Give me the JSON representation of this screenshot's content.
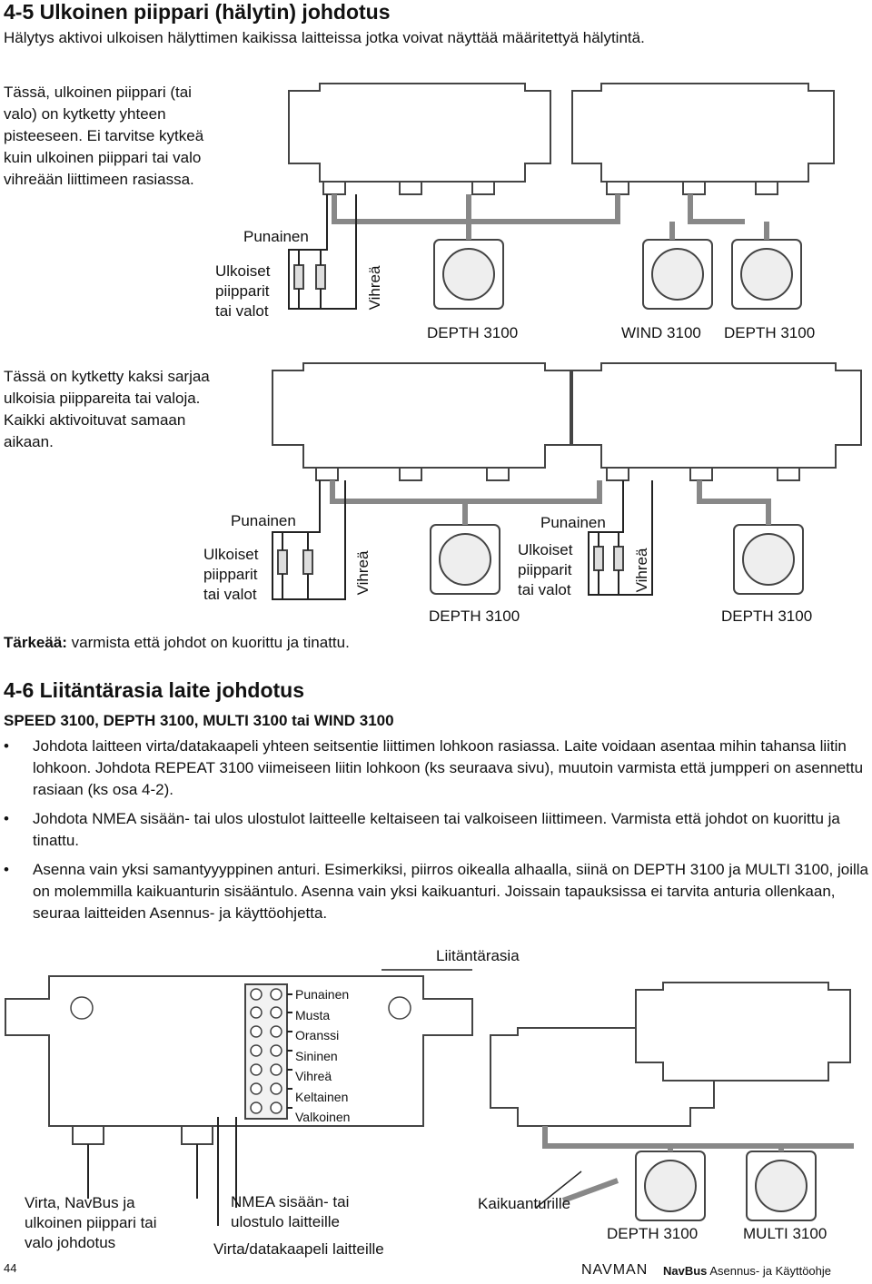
{
  "section45": {
    "title": "4-5 Ulkoinen piippari (hälytin) johdotus",
    "intro": "Hälytys aktivoi ulkoisen hälyttimen kaikissa laitteissa jotka voivat näyttää määritettyä hälytintä.",
    "note1_lines": [
      "Tässä, ulkoinen piippari (tai",
      "valo) on kytketty yhteen",
      "pisteeseen. Ei tarvitse kytkeä",
      "kuin ulkoinen piippari tai valo",
      "vihreään liittimeen rasiassa."
    ],
    "note2_lines": [
      "Tässä on kytketty kaksi sarjaa",
      "ulkoisia piippareita tai valoja.",
      "Kaikki aktivoituvat samaan",
      "aikaan."
    ],
    "important_label": "Tärkeää:",
    "important_text": " varmista että johdot on kuorittu ja tinattu."
  },
  "labels": {
    "red": "Punainen",
    "green": "Vihreä",
    "external_lines": [
      "Ulkoiset",
      "piipparit",
      "tai valot"
    ],
    "depth": "DEPTH 3100",
    "wind": "WIND 3100",
    "multi": "MULTI 3100"
  },
  "section46": {
    "title": "4-6 Liitäntärasia laite johdotus",
    "subtitle": "SPEED 3100, DEPTH 3100, MULTI 3100 tai WIND 3100",
    "bullets": [
      "Johdota laitteen virta/datakaapeli yhteen seitsentie liittimen lohkoon rasiassa. Laite voidaan asentaa mihin tahansa liitin lohkoon. Johdota REPEAT 3100 viimeiseen liitin lohkoon (ks seuraava sivu), muutoin varmista että jumpperi on asennettu rasiaan (ks osa 4-2).",
      "Johdota NMEA sisään- tai ulos ulostulot laitteelle keltaiseen tai valkoiseen liittimeen. Varmista että johdot on kuorittu ja tinattu.",
      "Asenna vain yksi samantyyyppinen anturi. Esimerkiksi, piirros oikealla alhaalla, siinä on DEPTH 3100 ja MULTI 3100, joilla on molemmilla kaikuanturin sisääntulo. Asenna vain yksi kaikuanturi. Joissain tapauksissa ei tarvita anturia ollenkaan, seuraa laitteiden Asennus- ja käyttöohjetta."
    ]
  },
  "bottom_diagram": {
    "junction_box": "Liitäntärasia",
    "wires": [
      "Punainen",
      "Musta",
      "Oranssi",
      "Sininen",
      "Vihreä",
      "Keltainen",
      "Valkoinen"
    ],
    "power_lines": [
      "Virta, NavBus ja",
      "ulkoinen piippari tai",
      "valo johdotus"
    ],
    "nmea_lines": [
      "NMEA sisään- tai",
      "ulostulo laitteille"
    ],
    "power_data": "Virta/datakaapeli laitteille",
    "transducer": "Kaikuanturille"
  },
  "footer": {
    "page_number": "44",
    "brand": "NAVMAN",
    "product": "NavBus",
    "doc_title": " Asennus- ja Käyttöohje"
  }
}
